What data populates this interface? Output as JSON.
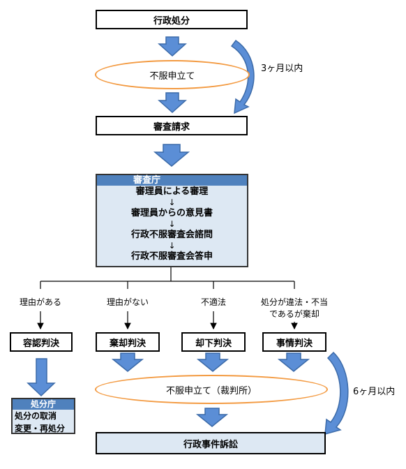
{
  "colors": {
    "block_arrow_fill": "#5b8ed6",
    "block_arrow_stroke": "#3b6aa8",
    "ellipse_border": "#f39a41",
    "panel_fill": "#dde8f3",
    "panel_header": "#4f81bd"
  },
  "flow": {
    "disposition": "行政処分",
    "objection": "不服申立て",
    "review_request": "審査請求",
    "deadline_3m": "3ヶ月以内"
  },
  "review_agency": {
    "title": "審査庁",
    "steps": [
      "審理員による審理",
      "審理員からの意見書",
      "行政不服審査会諮問",
      "行政不服審査会答申"
    ],
    "step_arrow": "↓"
  },
  "branches": [
    {
      "condition": "理由がある",
      "ruling": "容認判決"
    },
    {
      "condition": "理由がない",
      "ruling": "棄却判決"
    },
    {
      "condition": "不適法",
      "ruling": "却下判決"
    },
    {
      "condition": "処分が違法・不当\nであるが棄却",
      "ruling": "事情判決"
    }
  ],
  "agency_box": {
    "title": "処分庁",
    "lines": [
      "処分の取消",
      "変更・再処分"
    ]
  },
  "court": {
    "objection": "不服申立て（裁判所）",
    "deadline_6m": "6ヶ月以内",
    "lawsuit": "行政事件訴訟"
  }
}
